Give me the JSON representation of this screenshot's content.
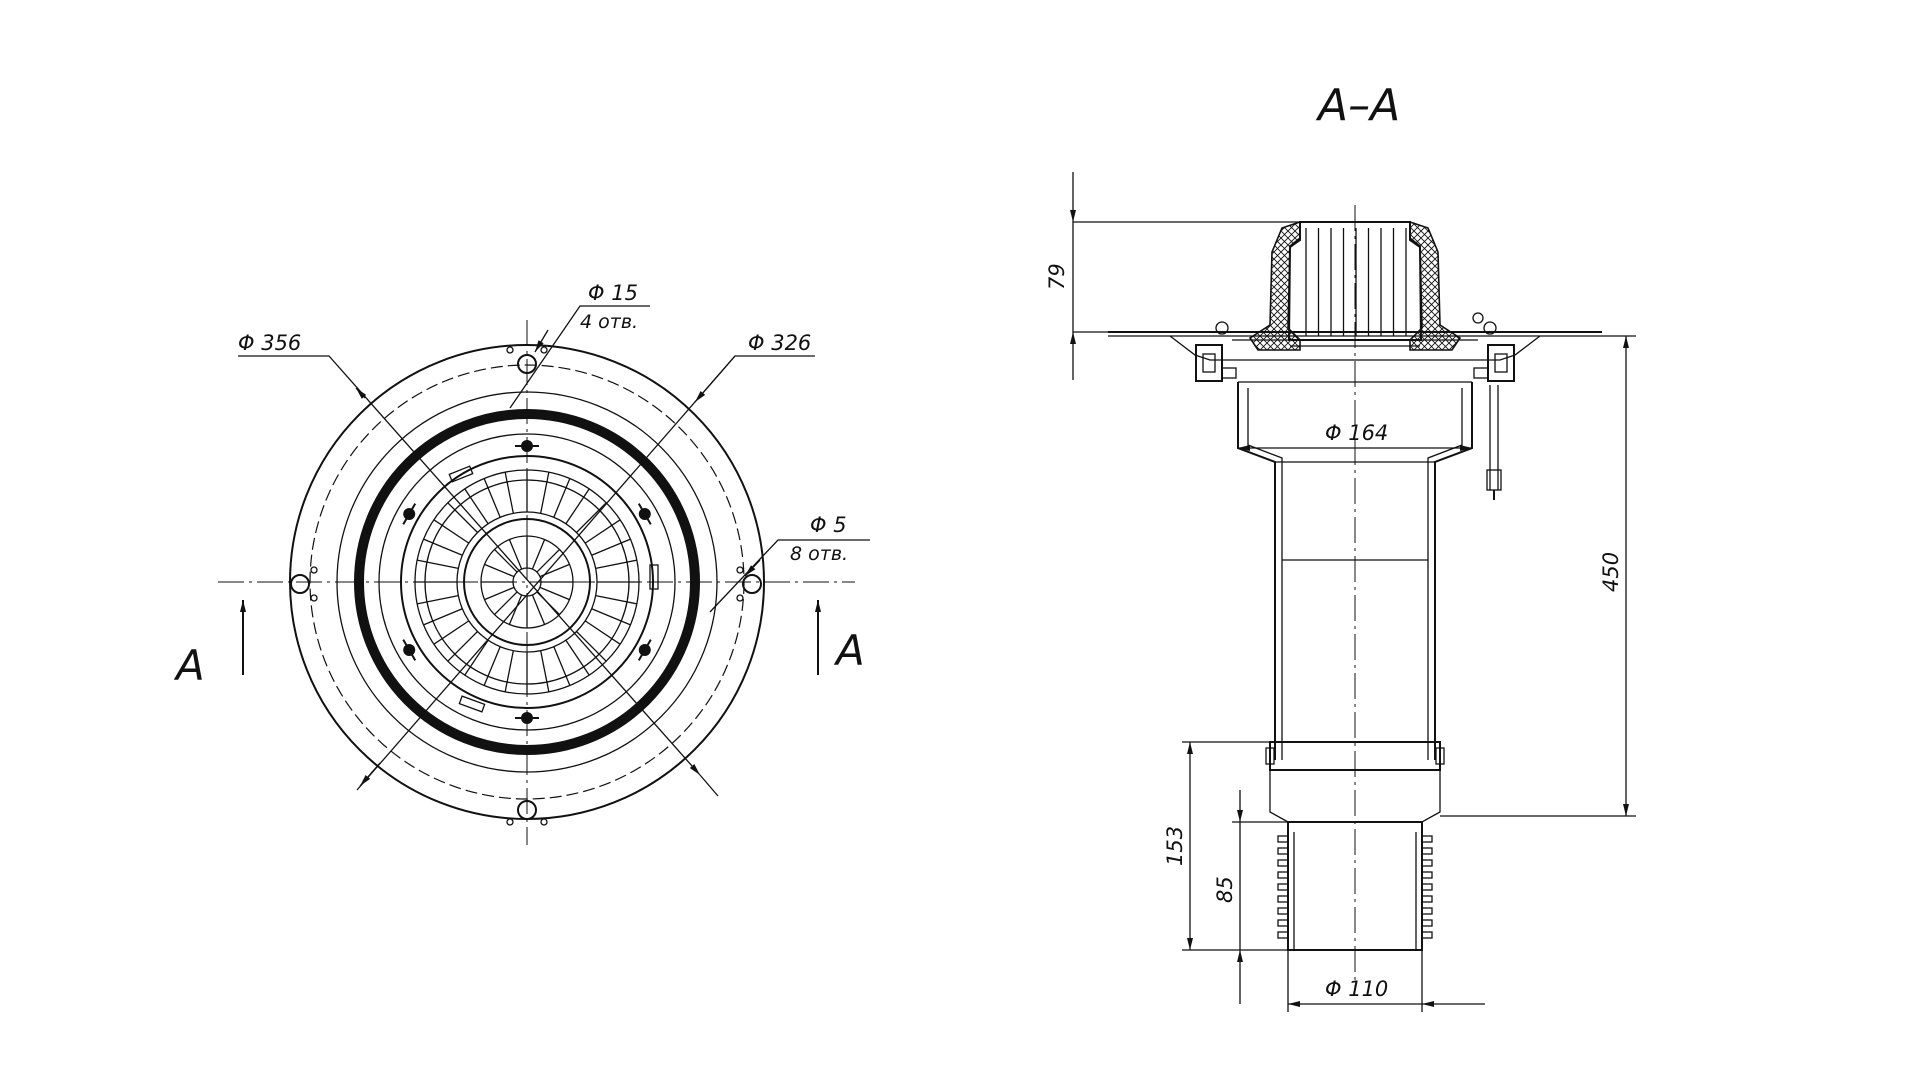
{
  "plan_view": {
    "section_marker_left": "A",
    "section_marker_right": "A",
    "dim_outer_diameter": "Φ 356",
    "dim_ring_diameter": "Φ 326",
    "dim_large_hole": "Φ 15",
    "dim_large_hole_count": "4 отв.",
    "dim_small_hole": "Φ 5",
    "dim_small_hole_count": "8 отв."
  },
  "section_view": {
    "title": "A–A",
    "dim_cap_height": "79",
    "dim_total_height": "450",
    "dim_body_diameter": "Φ 164",
    "dim_outlet_length": "153",
    "dim_spigot_length": "85",
    "dim_outlet_diameter": "Φ 110"
  }
}
